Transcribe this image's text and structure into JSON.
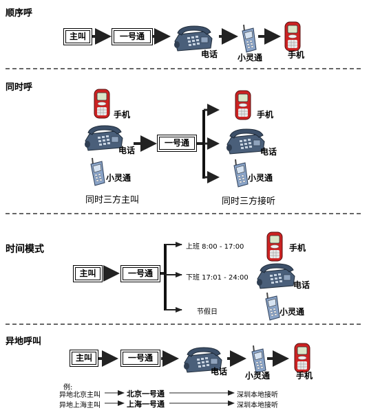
{
  "sections": {
    "sequential": {
      "title": "顺序呼",
      "caller": "主叫",
      "number": "一号通",
      "targets": [
        "电话",
        "小灵通",
        "手机"
      ]
    },
    "simultaneous": {
      "title": "同时呼",
      "number": "一号通",
      "caller_labels": [
        "手机",
        "电话",
        "小灵通"
      ],
      "target_labels": [
        "手机",
        "电话",
        "小灵通"
      ],
      "caption_left": "同时三方主叫",
      "caption_right": "同时三方接听"
    },
    "time_mode": {
      "title": "时间模式",
      "caller": "主叫",
      "number": "一号通",
      "branches": [
        "上班 8:00 - 17:00",
        "下班 17:01 - 24:00",
        "节假日"
      ],
      "targets": [
        "手机",
        "电话",
        "小灵通"
      ]
    },
    "remote": {
      "title": "异地呼叫",
      "caller": "主叫",
      "number": "一号通",
      "targets": [
        "电话",
        "小灵通",
        "手机"
      ],
      "example_label": "例:",
      "examples": [
        {
          "from": "异地北京主叫",
          "via": "北京一号通",
          "to": "深圳本地接听"
        },
        {
          "from": "异地上海主叫",
          "via": "上海一号通",
          "to": "深圳本地接听"
        }
      ]
    }
  },
  "colors": {
    "arrow": "#222222",
    "divider": "#333333",
    "cell_body": "#cc2222",
    "desk_phone": "#4a5f7a",
    "pager": "#8aa4c8"
  }
}
